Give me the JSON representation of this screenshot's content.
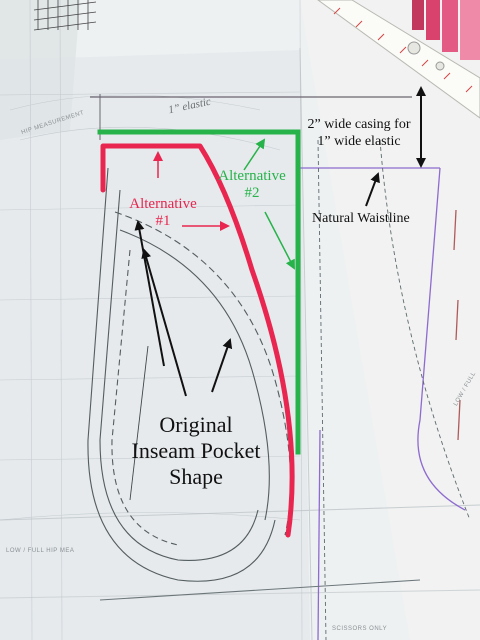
{
  "annotations": {
    "casing_line1": "2” wide casing for",
    "casing_line2": "1” wide elastic",
    "waistline": "Natural Waistline",
    "alt1_line1": "Alternative",
    "alt1_line2": "#1",
    "alt2_line1": "Alternative",
    "alt2_line2": "#2",
    "pocket_line1": "Original",
    "pocket_line2": "Inseam Pocket",
    "pocket_line3": "Shape"
  },
  "pattern_markings": {
    "hip_measurement_left": "HIP MEASUREMENT",
    "hip_measurement_bottom": "LOW / FULL HIP MEA",
    "elastic_scribble": "1” elastic",
    "low_full_hip_right": "LOW / FULL",
    "scissors_only": "SCISSORS ONLY"
  },
  "colors": {
    "alternative_1": "#e8264f",
    "alternative_2": "#27b34a",
    "waistline_guide": "#8e6bd0",
    "arrows": "#111111"
  }
}
